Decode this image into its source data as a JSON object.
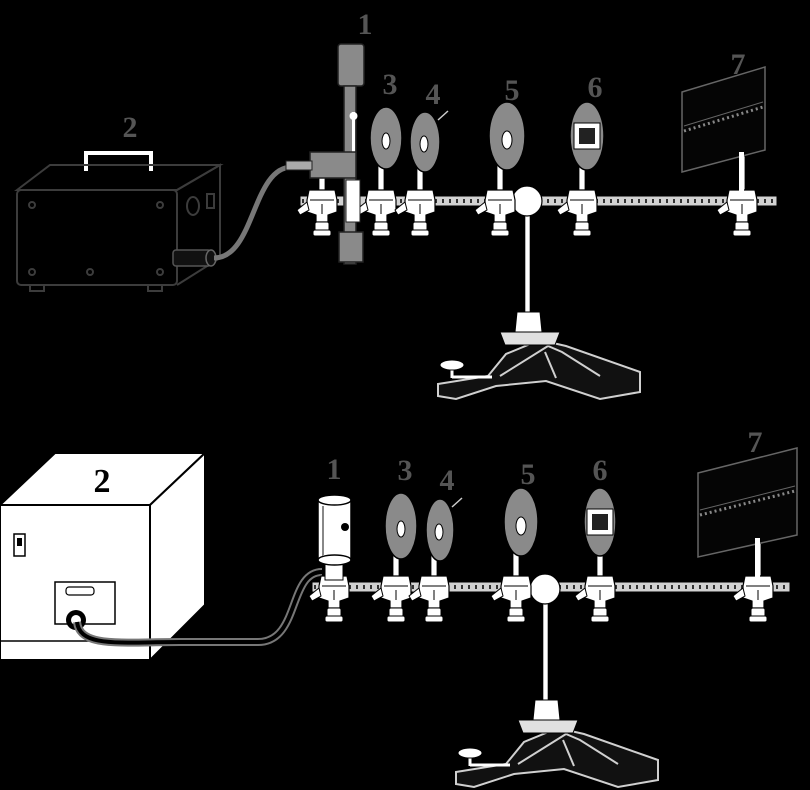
{
  "colors": {
    "background": "#000000",
    "part_gray": "#8a8a8a",
    "label_gray": "#555555",
    "rail": "#d2d2d2"
  },
  "top_setup": {
    "labels": {
      "l1": "1",
      "l2": "2",
      "l3": "3",
      "l4": "4",
      "l5": "5",
      "l6": "6",
      "l7": "7"
    }
  },
  "bottom_setup": {
    "labels": {
      "l1": "1",
      "l2": "2",
      "l3": "3",
      "l4": "4",
      "l5": "5",
      "l6": "6",
      "l7": "7"
    }
  }
}
